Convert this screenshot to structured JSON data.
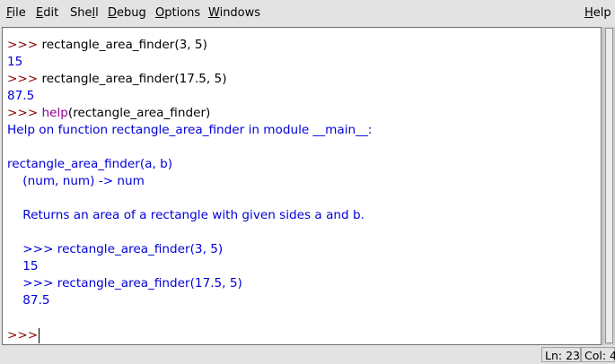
{
  "menu": {
    "file": {
      "u": "F",
      "rest": "ile"
    },
    "edit": {
      "u": "E",
      "rest": "dit"
    },
    "shell": {
      "pre": "She",
      "u": "l",
      "rest": "l"
    },
    "debug": {
      "u": "D",
      "rest": "ebug"
    },
    "options": {
      "u": "O",
      "rest": "ptions"
    },
    "windows": {
      "u": "W",
      "rest": "indows"
    },
    "help": {
      "u": "H",
      "rest": "elp"
    }
  },
  "shell": {
    "prompt": ">>> ",
    "line1_input": "rectangle_area_finder(3, 5)",
    "line2_output": "15",
    "line3_input": "rectangle_area_finder(17.5, 5)",
    "line4_output": "87.5",
    "line5_builtin": "help",
    "line5_rest": "(rectangle_area_finder)",
    "line6_output": "Help on function rectangle_area_finder in module __main__:",
    "line8_output": "rectangle_area_finder(a, b)",
    "line9_output": "    (num, num) -> num",
    "line11_output": "    Returns an area of a rectangle with given sides a and b.",
    "line13_output": "    >>> rectangle_area_finder(3, 5)",
    "line14_output": "    15",
    "line15_output": "    >>> rectangle_area_finder(17.5, 5)",
    "line16_output": "    87.5",
    "final_prompt": ">>> "
  },
  "status": {
    "line": "Ln: 23",
    "col": "Col: 4"
  }
}
